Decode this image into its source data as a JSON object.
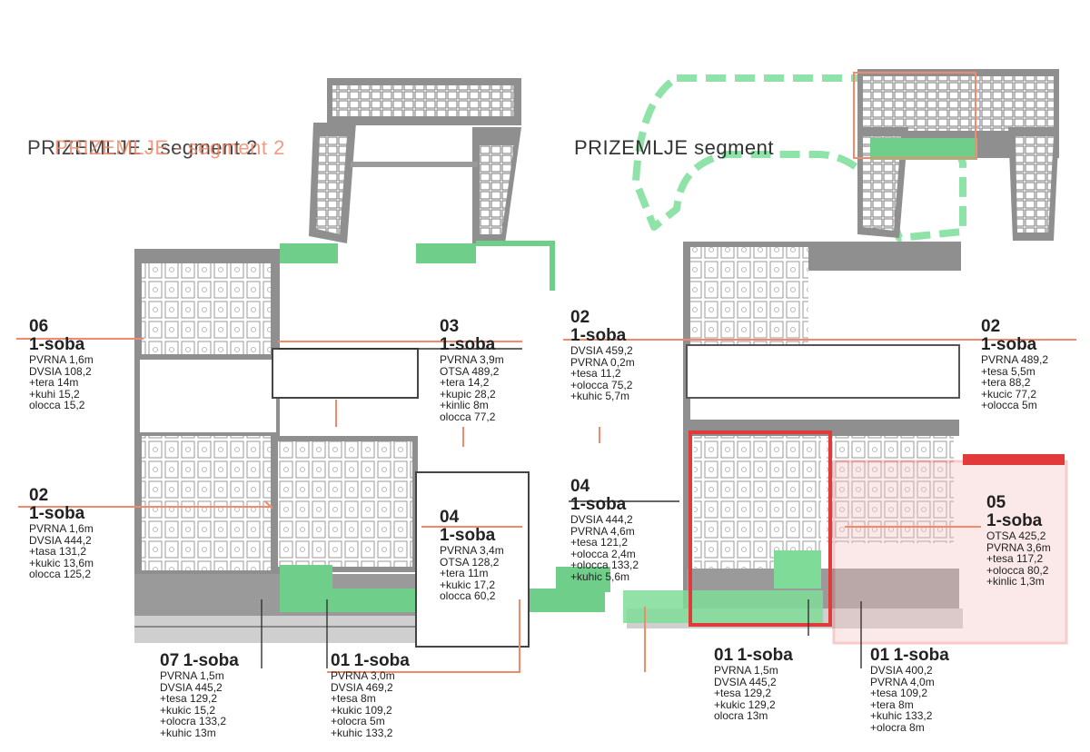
{
  "colors": {
    "accent": "#f08a6a",
    "green": "#6fcf8a",
    "red": "#e23a3a",
    "plan_gray": "#9a9a9a"
  },
  "titles": {
    "left": {
      "prefix": "PRIZEMLJE - ",
      "segment": "segment 2",
      "ghost": "PRIZEMLJE - segment 2"
    },
    "right": {
      "text": "PRIZEMLJE segment"
    }
  },
  "apartments": [
    {
      "id": "a1",
      "num": "06",
      "typ": "1-soba",
      "rows": [
        "PVRNA 1,6m",
        "DVSIA 108,2",
        "+tera 14m",
        "+kuhi 15,2",
        "olocca 15,2"
      ]
    },
    {
      "id": "a2",
      "num": "03",
      "typ": "1-soba",
      "rows": [
        "PVRNA 3,9m",
        "OTSA 489,2",
        "+tera 14,2",
        "+kupic 28,2",
        "+kinlic 8m",
        "olocca 77,2"
      ]
    },
    {
      "id": "a3",
      "num": "02",
      "typ": "1-soba",
      "rows": [
        "PVRNA 1,6m",
        "DVSIA 444,2",
        "+tasa 131,2",
        "+kukic 13,6m",
        "olocca 125,2"
      ]
    },
    {
      "id": "a4",
      "num": "04",
      "typ": "1-soba",
      "rows": [
        "PVRNA 3,4m",
        "OTSA 128,2",
        "+tera 11m",
        "+kukic 17,2",
        "olocca 60,2"
      ]
    },
    {
      "id": "a5",
      "num": "07",
      "typ": "1-soba",
      "rows": [
        "PVRNA 1,5m",
        "DVSIA 445,2",
        "+tesa 129,2",
        "+kukic 15,2",
        "+olocra 133,2",
        "+kuhic 13m"
      ]
    },
    {
      "id": "a6",
      "num": "01",
      "typ": "1-soba",
      "rows": [
        "PVRNA 3,0m",
        "DVSIA 469,2",
        "+tesa 8m",
        "+kukic 109,2",
        "+olocra 5m",
        "+kuhic 133,2"
      ]
    },
    {
      "id": "a7",
      "num": "02",
      "typ": "1-soba",
      "rows": [
        "DVSIA 459,2",
        "PVRNA 0,2m",
        "+tesa 11,2",
        "+olocca 75,2",
        "+kuhic 5,7m"
      ]
    },
    {
      "id": "a8",
      "num": "02",
      "typ": "1-soba",
      "rows": [
        "PVRNA 489,2",
        "+tesa 5,5m",
        "+tera 88,2",
        "+kucic 77,2",
        "+olocca 5m"
      ]
    },
    {
      "id": "a9",
      "num": "04",
      "typ": "1-soba",
      "rows": [
        "DVSIA 444,2",
        "PVRNA 4,6m",
        "+tesa 121,2",
        "+olocca 2,4m",
        "+olocca 133,2",
        "+kuhic 5,6m"
      ]
    },
    {
      "id": "a10",
      "num": "05",
      "typ": "1-soba",
      "rows": [
        "OTSA 425,2",
        "PVRNA 3,6m",
        "+tesa 117,2",
        "+olocca 80,2",
        "+kinlic 1,3m"
      ]
    },
    {
      "id": "a11",
      "num": "01",
      "typ": "1-soba",
      "rows": [
        "PVRNA 1,5m",
        "DVSIA 445,2",
        "+tesa 129,2",
        "+kukic 129,2",
        "olocra 13m"
      ]
    },
    {
      "id": "a12",
      "num": "01",
      "typ": "1-soba",
      "rows": [
        "DVSIA 400,2",
        "PVRNA 4,0m",
        "+tesa 109,2",
        "+tera 8m",
        "+kuhic 133,2",
        "+olocra 8m"
      ]
    }
  ]
}
